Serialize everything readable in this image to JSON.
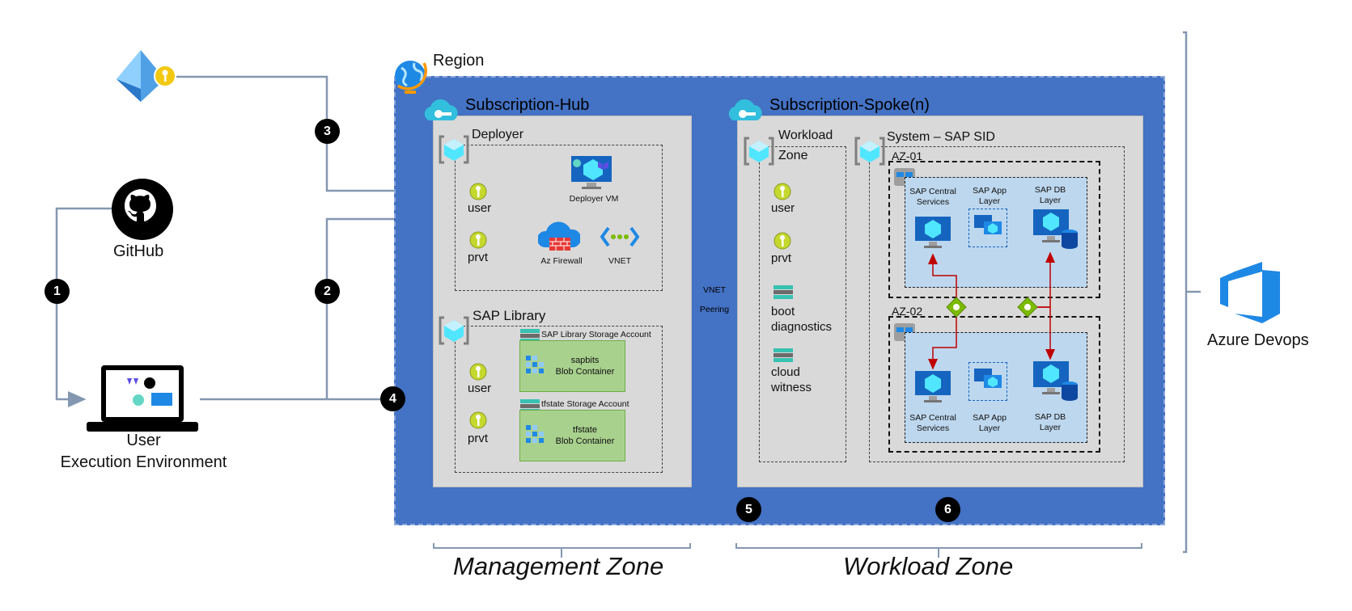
{
  "region": {
    "label": "Region"
  },
  "hub": {
    "title": "Subscription-Hub",
    "deployer": {
      "title": "Deployer",
      "user": "user",
      "prvt": "prvt",
      "vm": "Deployer VM",
      "firewall": "Az Firewall",
      "vnet": "VNET"
    },
    "library": {
      "title": "SAP Library",
      "user": "user",
      "prvt": "prvt",
      "storage1": "SAP Library Storage Account",
      "container1_name": "sapbits",
      "container1_type": "Blob Container",
      "storage2": "tfstate Storage Account",
      "container2_name": "tfstate",
      "container2_type": "Blob Container"
    }
  },
  "peering": {
    "line1": "VNET",
    "line2": "Peering"
  },
  "spoke": {
    "title": "Subscription-Spoke(n)",
    "workload": {
      "title_line1": "Workload",
      "title_line2": "Zone",
      "user": "user",
      "prvt": "prvt",
      "boot_line1": "boot",
      "boot_line2": "diagnostics",
      "cloud_line1": "cloud",
      "cloud_line2": "witness"
    },
    "system": {
      "title": "System – SAP SID",
      "az1": {
        "label": "AZ-01",
        "central_line1": "SAP Central",
        "central_line2": "Services",
        "app_line1": "SAP App",
        "app_line2": "Layer",
        "db_line1": "SAP DB",
        "db_line2": "Layer"
      },
      "az2": {
        "label": "AZ-02",
        "central_line1": "SAP Central",
        "central_line2": "Services",
        "app_line1": "SAP App",
        "app_line2": "Layer",
        "db_line1": "SAP DB",
        "db_line2": "Layer"
      }
    }
  },
  "left": {
    "github": "GitHub",
    "user_line1": "User",
    "user_line2": "Execution Environment"
  },
  "devops": {
    "label": "Azure Devops"
  },
  "zones": {
    "management": "Management Zone",
    "workload": "Workload Zone"
  },
  "steps": [
    "1",
    "2",
    "3",
    "4",
    "5",
    "6"
  ],
  "colors": {
    "region_blue": "#4472c4",
    "grey_panel": "#d9d9d9",
    "connector": "#8497b0",
    "storage_green": "#a9d18e",
    "arrow_red": "#c00000"
  }
}
